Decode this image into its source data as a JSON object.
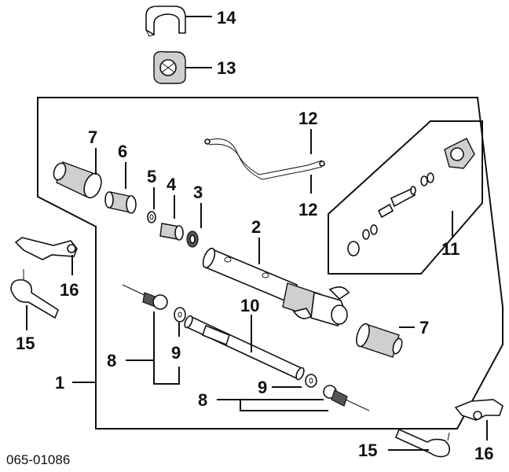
{
  "diagram_code": "065-01086",
  "callouts": {
    "n1": "1",
    "n2": "2",
    "n3": "3",
    "n4": "4",
    "n5": "5",
    "n6": "6",
    "n7a": "7",
    "n7b": "7",
    "n8a": "8",
    "n8b": "8",
    "n9a": "9",
    "n9b": "9",
    "n10": "10",
    "n11": "11",
    "n12a": "12",
    "n12b": "12",
    "n13": "13",
    "n14": "14",
    "n15a": "15",
    "n15b": "15",
    "n16a": "16",
    "n16b": "16"
  }
}
